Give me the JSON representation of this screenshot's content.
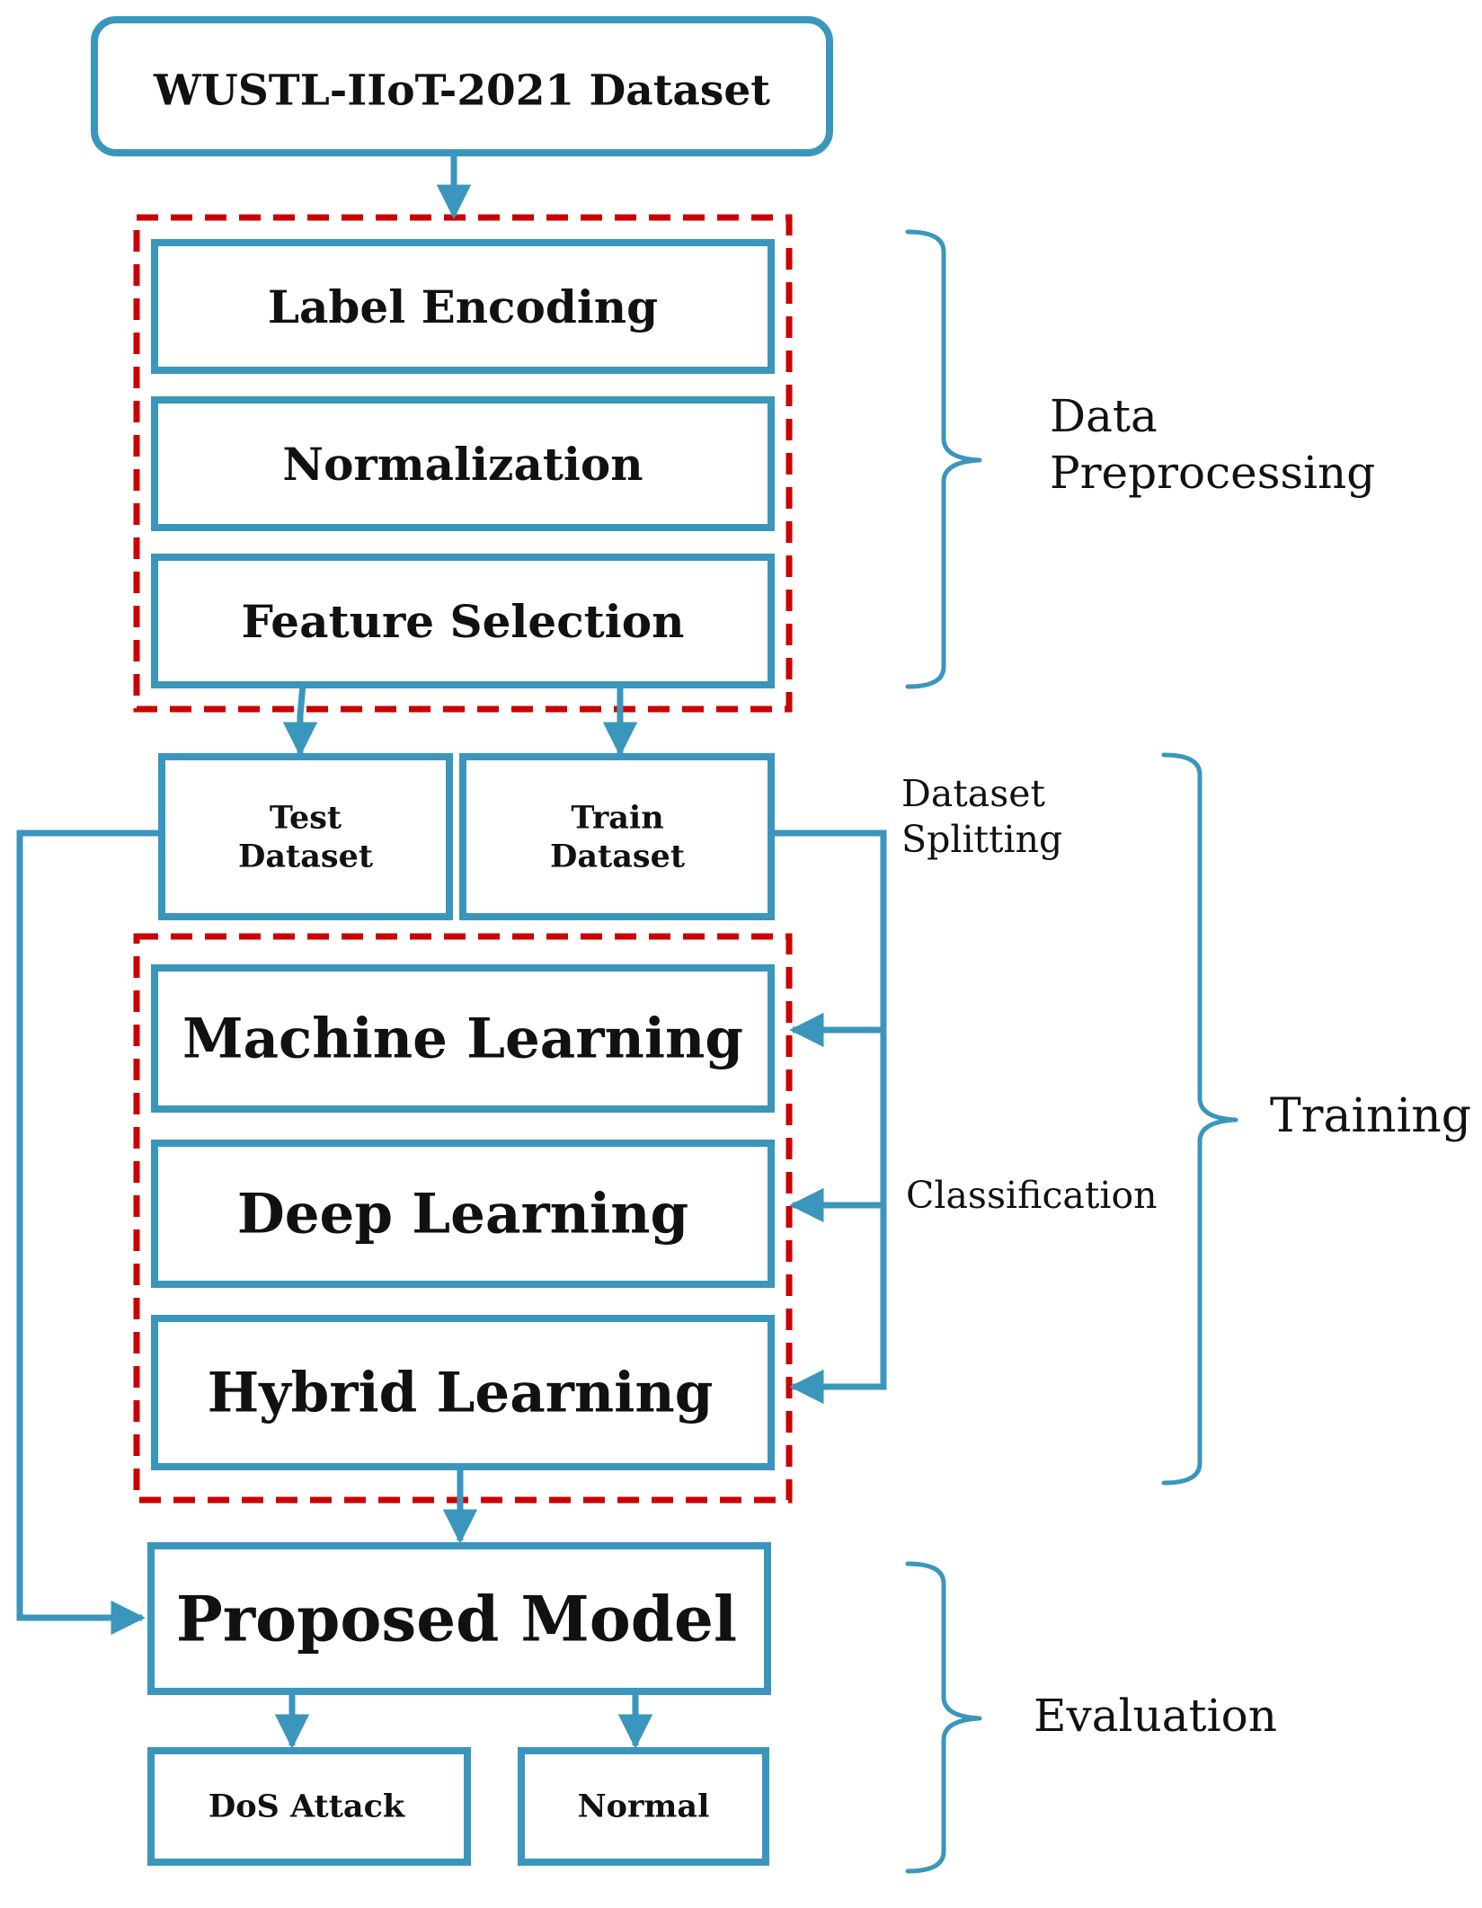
{
  "colors": {
    "box": "#3a96bd",
    "group": "#cc0000",
    "text": "#111111"
  },
  "dataset_box": {
    "label": "WUSTL-IIoT-2021 Dataset"
  },
  "preprocessing_steps": [
    "Label Encoding",
    "Normalization",
    "Feature Selection"
  ],
  "split": {
    "test": {
      "line1": "Test",
      "line2": "Dataset"
    },
    "train": {
      "line1": "Train",
      "line2": "Dataset"
    }
  },
  "models": [
    "Machine Learning",
    "Deep Learning",
    "Hybrid Learning"
  ],
  "proposed_model": "Proposed Model",
  "outputs": [
    "DoS Attack",
    "Normal"
  ],
  "side_labels": {
    "data_preprocessing": {
      "line1": "Data",
      "line2": "Preprocessing"
    },
    "dataset_splitting": {
      "line1": "Dataset",
      "line2": "Splitting"
    },
    "classification": "Classification",
    "training": "Training",
    "evaluation": "Evaluation"
  }
}
